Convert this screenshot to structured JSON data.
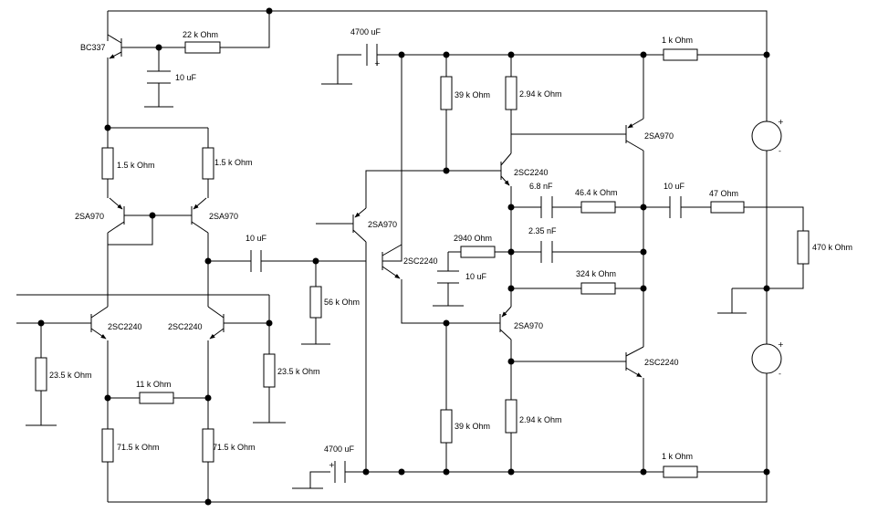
{
  "labels": {
    "q_bc337": "BC337",
    "r_22k": "22 k Ohm",
    "c_10u_top": "10 uF",
    "r_15k_left": "1.5 k Ohm",
    "r_15k_right": "1.5 k Ohm",
    "q_2sa970_left": "2SA970",
    "q_2sa970_right": "2SA970",
    "q_2sc2240_left": "2SC2240",
    "q_2sc2240_right": "2SC2240",
    "r_235k_left": "23.5 k Ohm",
    "r_235k_right": "23.5 k Ohm",
    "r_11k": "11 k Ohm",
    "r_715k_left": "71.5 k Ohm",
    "r_715k_right": "71.5 k Ohm",
    "c_10u_coupling": "10 uF",
    "r_56k": "56 k Ohm",
    "q_2sa970_mid": "2SA970",
    "q_2sc2240_mid": "2SC2240",
    "c_4700_top": "4700 uF",
    "c_4700_bottom": "4700 uF",
    "r_39k_top": "39 k Ohm",
    "r_39k_bottom": "39 k Ohm",
    "r_294k_top": "2.94 k Ohm",
    "r_294k_bottom": "2.94 k Ohm",
    "q_2sc2240_drv": "2SC2240",
    "q_2sa970_drv": "2SA970",
    "r_2940": "2940  Ohm",
    "c_10u_mid": "10 uF",
    "c_68n": "6.8 nF",
    "c_235n": "2.35 nF",
    "r_464k": "46.4 k Ohm",
    "r_324k": "324 k Ohm",
    "q_2sa970_out": "2SA970",
    "q_2sc2240_out": "2SC2240",
    "r_1k_top": "1 k Ohm",
    "r_1k_bottom": "1 k Ohm",
    "c_10u_out": "10 uF",
    "r_47": "47  Ohm",
    "r_470k": "470 k Ohm",
    "sym_plus": "+",
    "sym_minus": "-"
  }
}
